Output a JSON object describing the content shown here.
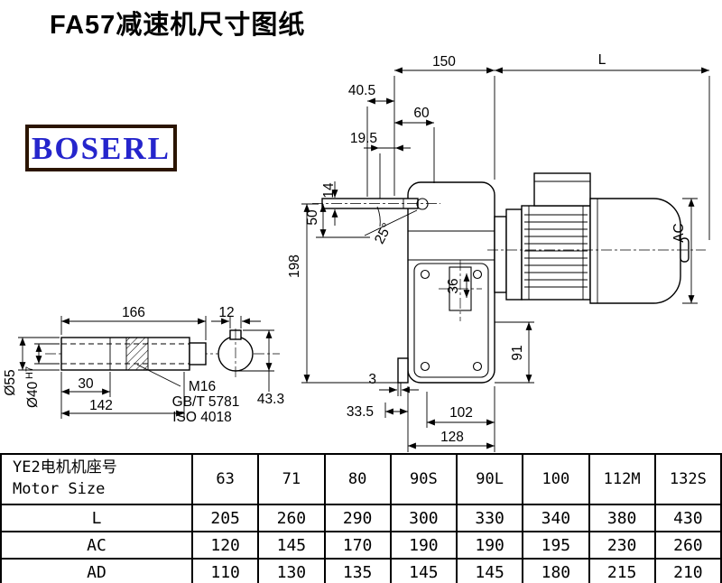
{
  "title": "FA57减速机尺寸图纸",
  "logo": {
    "text": "BOSERL",
    "text_color": "#2525cc",
    "border_color": "#2b1500"
  },
  "dims": {
    "w150": "150",
    "L": "L",
    "w40_5": "40.5",
    "w60": "60",
    "w19_5": "19.5",
    "h14": "14",
    "h50": "50",
    "angle": "25°",
    "h198": "198",
    "AC": "AC",
    "h36": "36",
    "h91": "91",
    "w166": "166",
    "w12": "12",
    "w30": "30",
    "w142": "142",
    "dia55": "Ø55",
    "dia40": "Ø40",
    "dia40_tol": "H7",
    "thread": "M16",
    "std1": "GB/T 5781",
    "std2": "ISO 4018",
    "h43_3": "43.3",
    "w3": "3",
    "w33_5": "33.5",
    "w102": "102",
    "w128": "128"
  },
  "table": {
    "header": {
      "line1": "YE2电机机座号",
      "line2": "Motor Size"
    },
    "sizes": [
      "63",
      "71",
      "80",
      "90S",
      "90L",
      "100",
      "112M",
      "132S"
    ],
    "rows": [
      {
        "label": "L",
        "values": [
          "205",
          "260",
          "290",
          "300",
          "330",
          "340",
          "380",
          "430"
        ]
      },
      {
        "label": "AC",
        "values": [
          "120",
          "145",
          "170",
          "190",
          "190",
          "195",
          "230",
          "260"
        ]
      },
      {
        "label": "AD",
        "values": [
          "110",
          "130",
          "135",
          "145",
          "145",
          "180",
          "215",
          "210"
        ]
      }
    ]
  }
}
